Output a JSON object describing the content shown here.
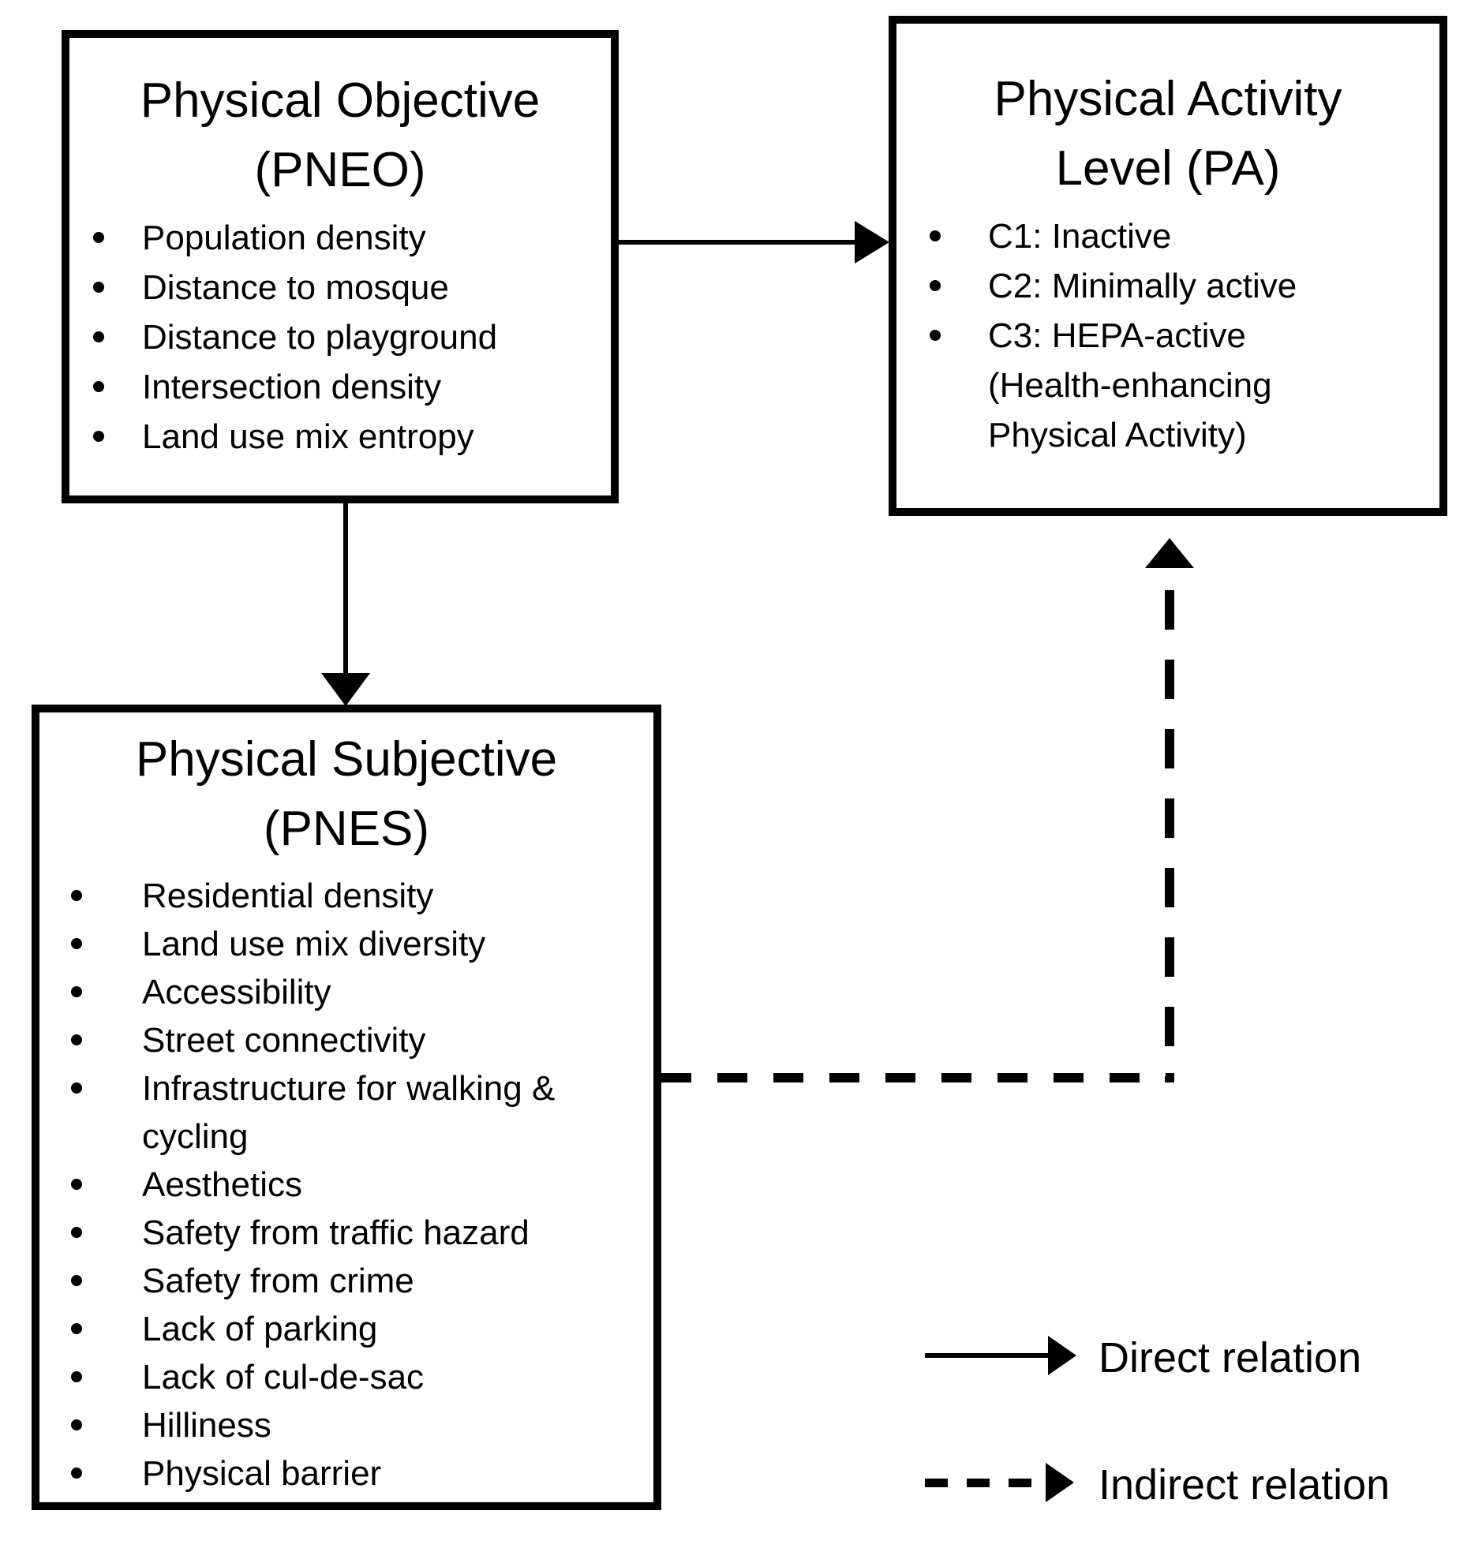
{
  "figure": {
    "background": "#ffffff",
    "ink": "#000000"
  },
  "boxes": {
    "pneo": {
      "title_line1": "Physical Objective",
      "title_line2": "(PNEO)",
      "items": [
        {
          "text": "Population density",
          "bullet": true
        },
        {
          "text": "Distance to mosque",
          "bullet": true
        },
        {
          "text": "Distance to playground",
          "bullet": true
        },
        {
          "text": "Intersection density",
          "bullet": true
        },
        {
          "text": "Land use mix entropy",
          "bullet": true
        }
      ]
    },
    "pa": {
      "title_line1": "Physical Activity",
      "title_line2": "Level (PA)",
      "items": [
        {
          "text": "C1: Inactive",
          "bullet": true
        },
        {
          "text": "C2: Minimally active",
          "bullet": true
        },
        {
          "text": "C3: HEPA-active",
          "bullet": true
        },
        {
          "text": "(Health-enhancing",
          "bullet": false
        },
        {
          "text": "Physical Activity)",
          "bullet": false
        }
      ]
    },
    "pnes": {
      "title_line1": "Physical Subjective",
      "title_line2": "(PNES)",
      "items": [
        {
          "text": "Residential density",
          "bullet": true
        },
        {
          "text": "Land use mix diversity",
          "bullet": true
        },
        {
          "text": "Accessibility",
          "bullet": true
        },
        {
          "text": "Street connectivity",
          "bullet": true
        },
        {
          "text": "Infrastructure for walking &",
          "bullet": true
        },
        {
          "text": "cycling",
          "bullet": false
        },
        {
          "text": "Aesthetics",
          "bullet": true
        },
        {
          "text": "Safety from traffic hazard",
          "bullet": true
        },
        {
          "text": "Safety from crime",
          "bullet": true
        },
        {
          "text": "Lack of parking",
          "bullet": true
        },
        {
          "text": "Lack of cul-de-sac",
          "bullet": true
        },
        {
          "text": "Hilliness",
          "bullet": true
        },
        {
          "text": "Physical barrier",
          "bullet": true
        }
      ]
    }
  },
  "edges": [
    {
      "from": "PNEO",
      "to": "PA",
      "type": "direct"
    },
    {
      "from": "PNEO",
      "to": "PNES",
      "type": "direct"
    },
    {
      "from": "PNES",
      "to": "PA",
      "type": "indirect"
    }
  ],
  "legend": {
    "direct_label": "Direct relation",
    "indirect_label": "Indirect relation"
  },
  "icons": {
    "bullet": "filled-dot",
    "arrowhead": "filled-triangle"
  }
}
